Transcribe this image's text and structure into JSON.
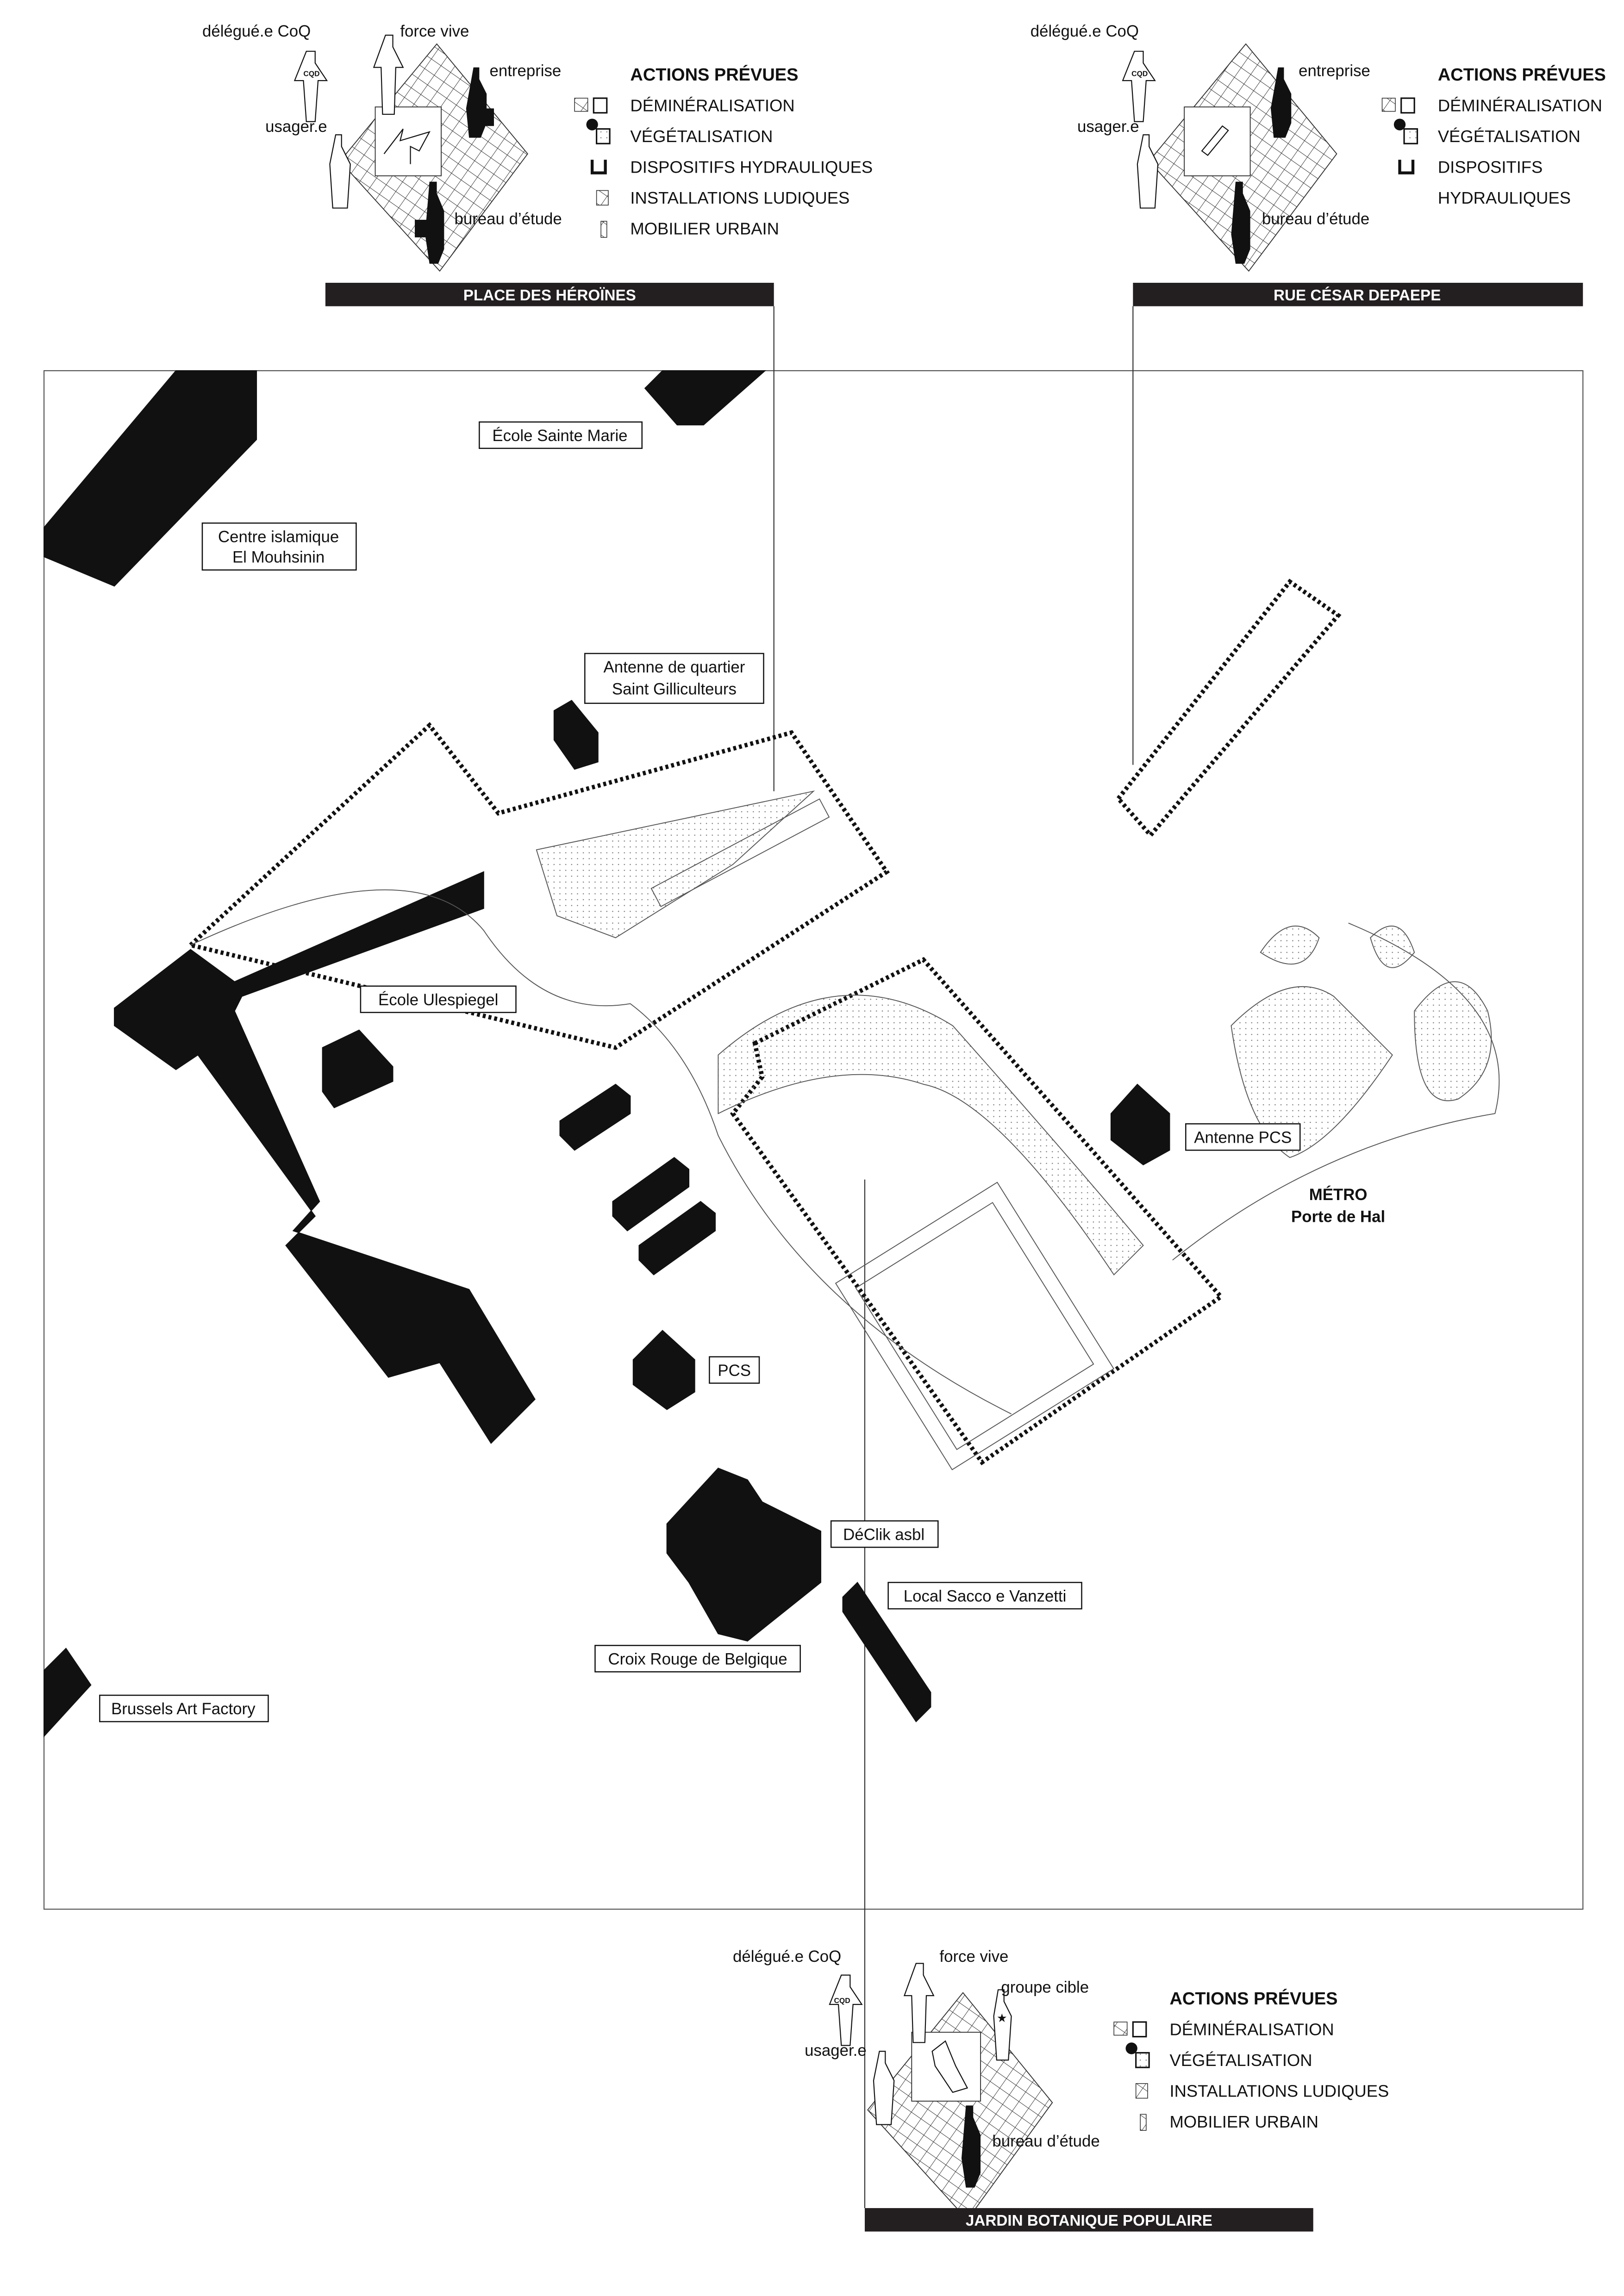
{
  "panels": [
    {
      "title": "PLACE DES HÉROÏNES",
      "actors": [
        "délégué.e CoQ",
        "force vive",
        "entreprise",
        "usager.e",
        "bureau d’étude"
      ],
      "badge": "CQD",
      "legend_title": "ACTIONS PRÉVUES",
      "legend_items": [
        "DÉMINÉRALISATION",
        "VÉGÉTALISATION",
        "DISPOSITIFS HYDRAULIQUES",
        "INSTALLATIONS LUDIQUES",
        "MOBILIER URBAIN"
      ]
    },
    {
      "title": "RUE CÉSAR DEPAEPE",
      "actors": [
        "délégué.e CoQ",
        "entreprise",
        "usager.e",
        "bureau d’étude"
      ],
      "badge": "CQD",
      "legend_title": "ACTIONS PRÉVUES",
      "legend_items": [
        "DÉMINÉRALISATION",
        "VÉGÉTALISATION",
        "DISPOSITIFS",
        "HYDRAULIQUES"
      ]
    },
    {
      "title": "JARDIN BOTANIQUE POPULAIRE",
      "actors": [
        "délégué.e CoQ",
        "force vive",
        "groupe cible",
        "usager.e",
        "bureau d’étude"
      ],
      "badge": "CQD",
      "legend_title": "ACTIONS PRÉVUES",
      "legend_items": [
        "DÉMINÉRALISATION",
        "VÉGÉTALISATION",
        "INSTALLATIONS LUDIQUES",
        "MOBILIER URBAIN"
      ]
    }
  ],
  "map_labels": {
    "ecole_sainte_marie": "École Sainte Marie",
    "centre_islamique_1": "Centre islamique",
    "centre_islamique_2": "El Mouhsinin",
    "antenne_quartier_1": "Antenne de quartier",
    "antenne_quartier_2": "Saint Gilliculteurs",
    "ecole_ulespiegel": "École Ulespiegel",
    "antenne_pcs": "Antenne PCS",
    "metro_1": "MÉTRO",
    "metro_2": "Porte de Hal",
    "pcs": "PCS",
    "declik": "DéClik asbl",
    "sacco": "Local Sacco e Vanzetti",
    "croix_rouge": "Croix Rouge de Belgique",
    "brussels_art": "Brussels Art Factory"
  }
}
